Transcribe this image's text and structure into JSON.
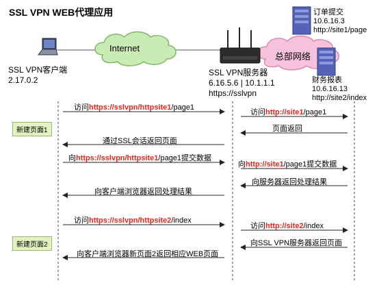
{
  "title": "SSL VPN WEB代理应用",
  "client": {
    "name": "SSL VPN客户端",
    "ip": "2.17.0.2"
  },
  "internet": {
    "label": "Internet"
  },
  "server": {
    "name": "SSL VPN服务器",
    "ip": "6.16.5.6 | 10.1.1.1",
    "url": "https://sslvpn"
  },
  "hq": {
    "label": "总部网络"
  },
  "site1": {
    "name": "订单提交",
    "ip": "10.6.16.3",
    "url": "http://site1/page"
  },
  "site2": {
    "name": "财务报表",
    "ip": "10.6.16.13",
    "url": "http://site2/index"
  },
  "pages": {
    "p1": "新建页面1",
    "p2": "新建页面2"
  },
  "messages": {
    "m1": {
      "pre": "访问",
      "red": "https://sslvpn/httpsite1",
      "post": "/page1"
    },
    "m2": {
      "pre": "访问",
      "red": "http://site1",
      "post": "/page1"
    },
    "m3": {
      "text": "页面返回"
    },
    "m4": {
      "text": "通过SSL会话返回页面"
    },
    "m5": {
      "pre": "向",
      "red": "https://sslvpn/httpsite1",
      "post": "/page1提交数据"
    },
    "m6": {
      "pre": "向",
      "red": "http://site1",
      "post": "/page1提交数据"
    },
    "m7": {
      "text": "向服务器返回处理结果"
    },
    "m8": {
      "text": "向客户端浏览器返回处理结果"
    },
    "m9": {
      "pre": "访问",
      "red": "https://sslvpn/httpsite2",
      "post": "/index"
    },
    "m10": {
      "pre": "访问",
      "red": "http://site2",
      "post": "/index"
    },
    "m11": {
      "text": "向SSL VPN服务器返回页面"
    },
    "m12": {
      "text": "向客户端浏览器新页面2返回相应WEB页面"
    }
  },
  "colors": {
    "cloud_fill": "#c9ecb5",
    "cloud_stroke": "#7fb765",
    "hq_fill": "#f7c3dc",
    "hq_stroke": "#d58bb0",
    "highlight": "#e8241c"
  },
  "icons": {
    "client": "laptop-icon",
    "server": "router-icon",
    "site": "server-icon"
  }
}
